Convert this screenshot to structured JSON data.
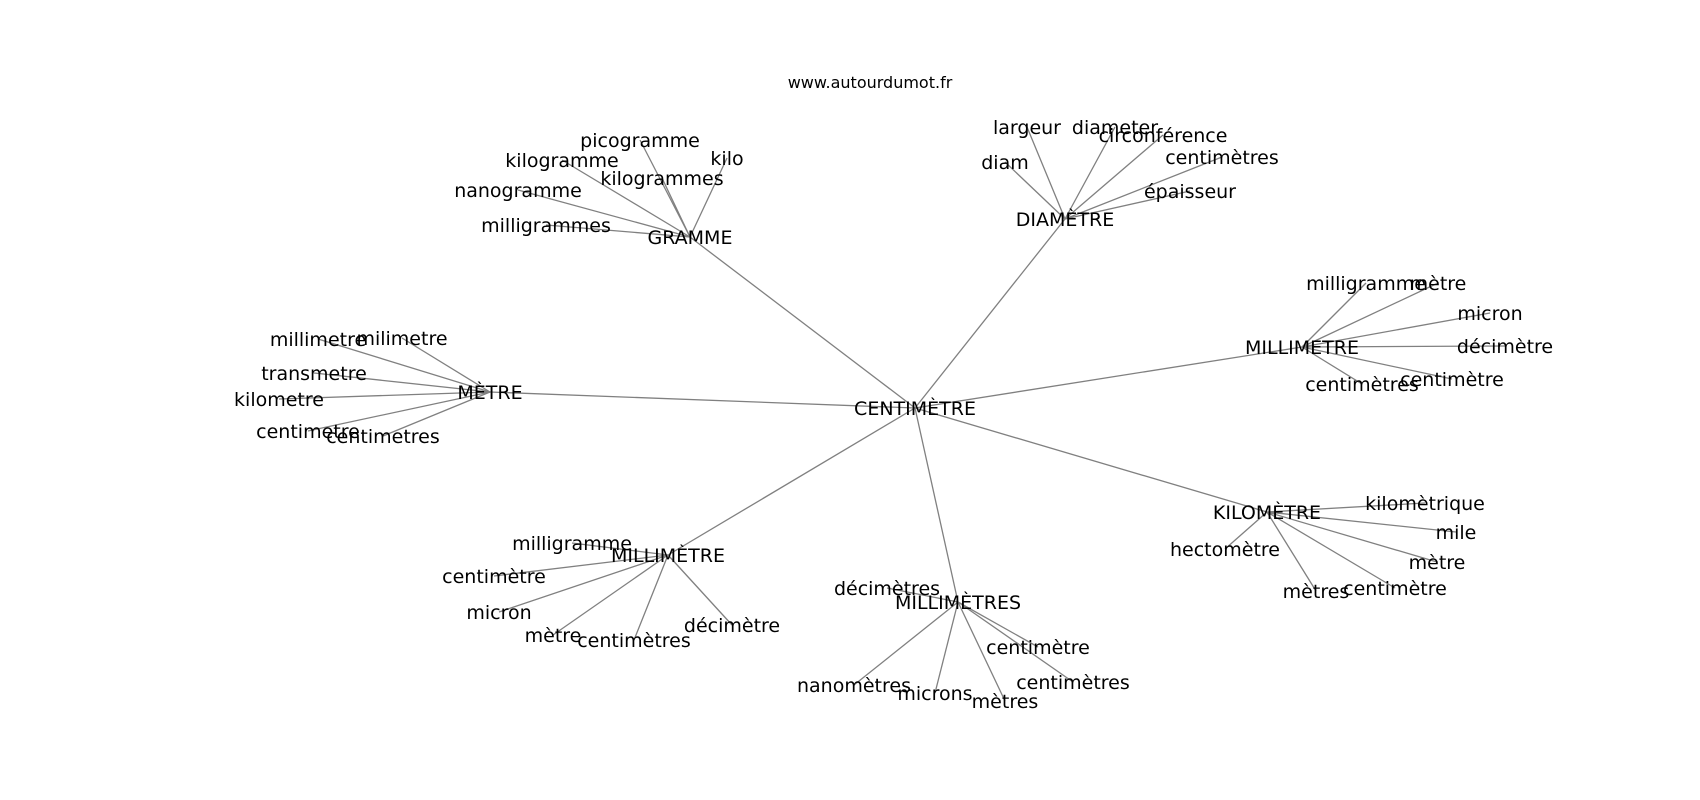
{
  "site": "www.autourdumot.fr",
  "root": "CENTIMÈTRE",
  "hubs": [
    {
      "label": "GRAMME",
      "leaves": [
        "picogramme",
        "kilo",
        "kilogramme",
        "kilogrammes",
        "nanogramme",
        "milligrammes"
      ]
    },
    {
      "label": "DIAMÈTRE",
      "leaves": [
        "largeur",
        "diameter",
        "circonférence",
        "centimètres",
        "diam",
        "épaisseur"
      ]
    },
    {
      "label": "MILLIMETRE",
      "leaves": [
        "milligramme",
        "mètre",
        "micron",
        "décimètre",
        "centimètres",
        "centimètre"
      ]
    },
    {
      "label": "MÈTRE",
      "leaves": [
        "millimetre",
        "milimetre",
        "transmetre",
        "kilometre",
        "centimetre",
        "centimetres"
      ]
    },
    {
      "label": "KILOMÈTRE",
      "leaves": [
        "kilomètrique",
        "mile",
        "hectomètre",
        "mètre",
        "mètres",
        "centimètre"
      ]
    },
    {
      "label": "MILLIMÈTRE",
      "leaves": [
        "milligramme",
        "centimètre",
        "micron",
        "mètre",
        "centimètres",
        "décimètre"
      ]
    },
    {
      "label": "MILLIMÈTRES",
      "leaves": [
        "décimètres",
        "centimètre",
        "nanomètres",
        "microns",
        "mètres",
        "centimètres"
      ]
    }
  ]
}
